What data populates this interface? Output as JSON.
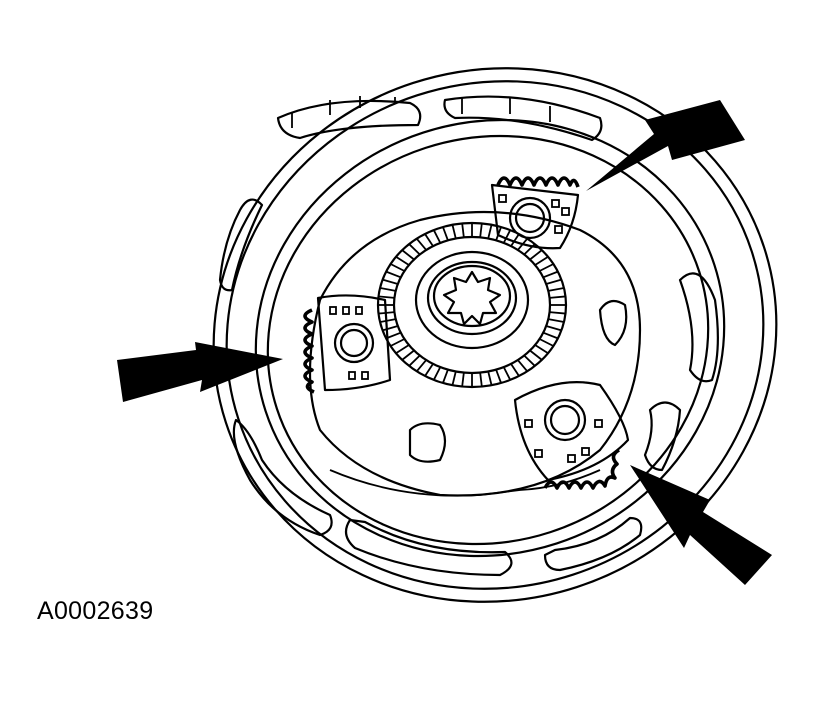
{
  "figure": {
    "id_label": "A0002639",
    "subject": "planetary gear carrier with three pinion gears",
    "arrows": [
      {
        "name": "arrow-upper-right",
        "points_to": "upper pinion gear teeth"
      },
      {
        "name": "arrow-left",
        "points_to": "left pinion gear teeth"
      },
      {
        "name": "arrow-lower-right",
        "points_to": "lower-right pinion gear teeth"
      }
    ],
    "colors": {
      "line": "#000000",
      "background": "#ffffff"
    }
  }
}
